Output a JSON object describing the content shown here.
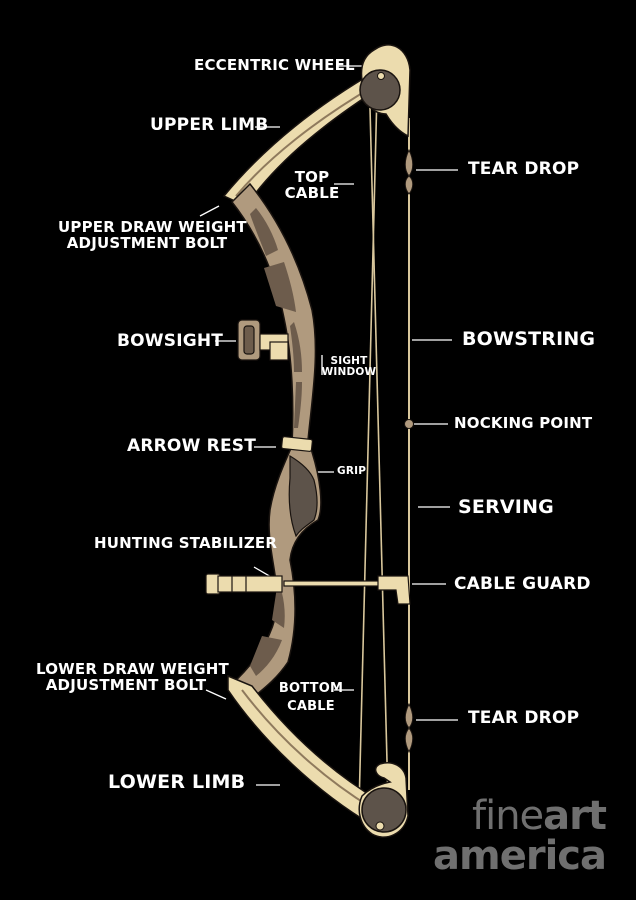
{
  "labels": {
    "eccentric_wheel": "ECCENTRIC WHEEL",
    "upper_limb": "UPPER LIMB",
    "top_cable_1": "TOP",
    "top_cable_2": "CABLE",
    "upper_bolt_1": "UPPER DRAW WEIGHT",
    "upper_bolt_2": "ADJUSTMENT BOLT",
    "bowsight": "BOWSIGHT",
    "sight_window_1": "SIGHT",
    "sight_window_2": "WINDOW",
    "arrow_rest": "ARROW REST",
    "grip": "GRIP",
    "hunting_stabilizer": "HUNTING STABILIZER",
    "lower_bolt_1": "LOWER DRAW WEIGHT",
    "lower_bolt_2": "ADJUSTMENT BOLT",
    "bottom_cable_1": "BOTTOM",
    "bottom_cable_2": "CABLE",
    "lower_limb": "LOWER LIMB",
    "tear_drop_top": "TEAR DROP",
    "bowstring": "BOWSTRING",
    "nocking_point": "NOCKING POINT",
    "serving": "SERVING",
    "cable_guard": "CABLE GUARD",
    "tear_drop_bottom": "TEAR DROP"
  },
  "watermark": {
    "line1_light": "fine",
    "line1_bold": "art",
    "line2": "america"
  },
  "colors": {
    "background": "#000000",
    "limb_fill": "#ecdcae",
    "riser_fill": "#b09a7e",
    "riser_dark": "#6d5c4c",
    "cam_fill": "#5d534a",
    "string": "#d9c79c",
    "leader_line": "#ffffff"
  }
}
